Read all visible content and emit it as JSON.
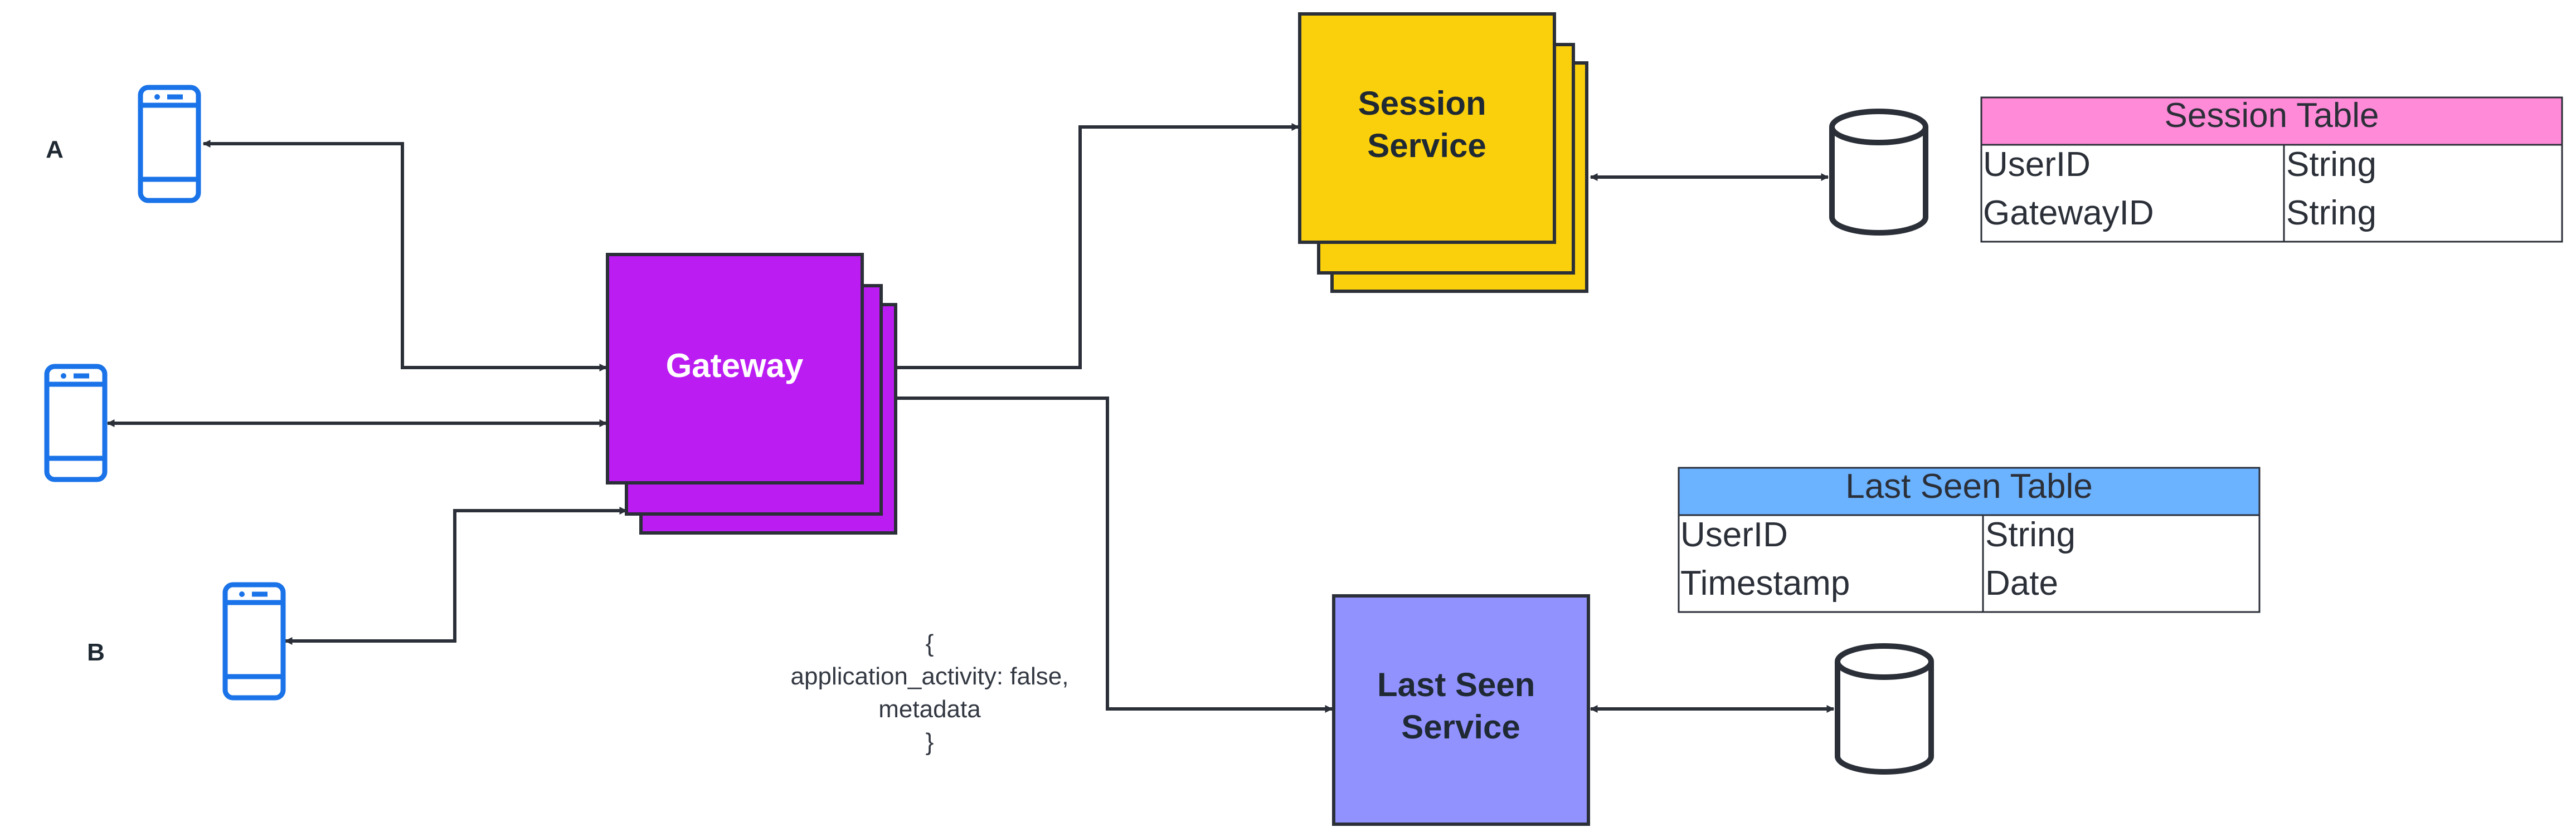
{
  "labels": {
    "client_a": "A",
    "client_b": "B"
  },
  "gateway": {
    "label": "Gateway",
    "color": "#bb1cf2"
  },
  "session_service": {
    "label_line1": "Session",
    "label_line2": "Service",
    "color": "#facf0c"
  },
  "last_seen_service": {
    "label_line1": "Last Seen",
    "label_line2": "Service",
    "color": "#9292ff"
  },
  "session_table": {
    "title": "Session Table",
    "header_color": "#ff8ad8",
    "rows": [
      {
        "field": "UserID",
        "type": "String"
      },
      {
        "field": "GatewayID",
        "type": "String"
      }
    ]
  },
  "last_seen_table": {
    "title": "Last Seen Table",
    "header_color": "#6bb2ff",
    "rows": [
      {
        "field": "UserID",
        "type": "String"
      },
      {
        "field": "Timestamp",
        "type": "Date"
      }
    ]
  },
  "payload_note": {
    "line1": "{",
    "line2": "application_activity: false,",
    "line3": "metadata",
    "line4": "}"
  },
  "icons": {
    "phone": "mobile-phone-icon",
    "database": "database-cylinder-icon"
  },
  "colors": {
    "phone": "#1a73e8",
    "stroke": "#2b2f38"
  }
}
